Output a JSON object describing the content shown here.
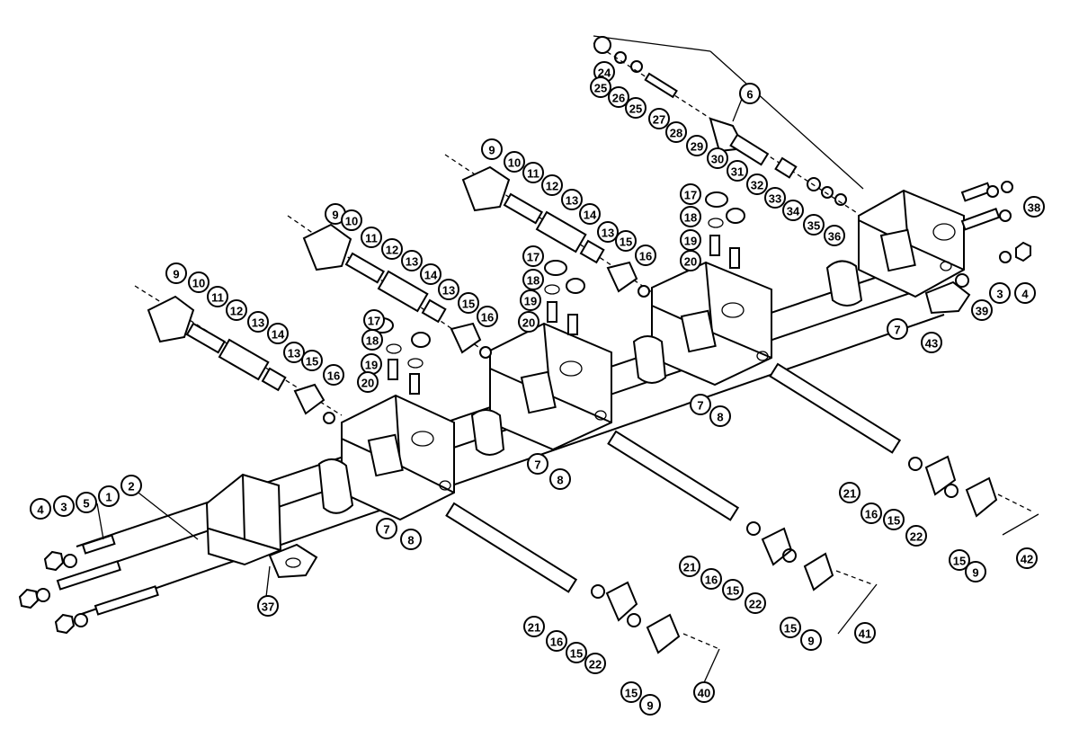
{
  "callouts": [
    {
      "id": "c24",
      "label": "24"
    },
    {
      "id": "c25a",
      "label": "25"
    },
    {
      "id": "c26",
      "label": "26"
    },
    {
      "id": "c25b",
      "label": "25"
    },
    {
      "id": "c27",
      "label": "27"
    },
    {
      "id": "c28",
      "label": "28"
    },
    {
      "id": "c29",
      "label": "29"
    },
    {
      "id": "c30",
      "label": "30"
    },
    {
      "id": "c31",
      "label": "31"
    },
    {
      "id": "c32",
      "label": "32"
    },
    {
      "id": "c33",
      "label": "33"
    },
    {
      "id": "c34",
      "label": "34"
    },
    {
      "id": "c35",
      "label": "35"
    },
    {
      "id": "c36",
      "label": "36"
    },
    {
      "id": "c6",
      "label": "6"
    },
    {
      "id": "c38",
      "label": "38"
    },
    {
      "id": "c3r",
      "label": "3"
    },
    {
      "id": "c4r",
      "label": "4"
    },
    {
      "id": "c39",
      "label": "39"
    },
    {
      "id": "c43",
      "label": "43"
    },
    {
      "id": "c7r",
      "label": "7"
    },
    {
      "id": "c9s3",
      "label": "9"
    },
    {
      "id": "c10s3",
      "label": "10"
    },
    {
      "id": "c11s3",
      "label": "11"
    },
    {
      "id": "c12s3",
      "label": "12"
    },
    {
      "id": "c13s3",
      "label": "13"
    },
    {
      "id": "c14s3",
      "label": "14"
    },
    {
      "id": "c13s3b",
      "label": "13"
    },
    {
      "id": "c15s3",
      "label": "15"
    },
    {
      "id": "c16s3",
      "label": "16"
    },
    {
      "id": "c17s4",
      "label": "17"
    },
    {
      "id": "c18s4",
      "label": "18"
    },
    {
      "id": "c19s4",
      "label": "19"
    },
    {
      "id": "c20s4",
      "label": "20"
    },
    {
      "id": "c9s2",
      "label": "9"
    },
    {
      "id": "c10s2",
      "label": "10"
    },
    {
      "id": "c11s2",
      "label": "11"
    },
    {
      "id": "c12s2",
      "label": "12"
    },
    {
      "id": "c13s2",
      "label": "13"
    },
    {
      "id": "c14s2",
      "label": "14"
    },
    {
      "id": "c13s2b",
      "label": "13"
    },
    {
      "id": "c15s2",
      "label": "15"
    },
    {
      "id": "c16s2",
      "label": "16"
    },
    {
      "id": "c17s3",
      "label": "17"
    },
    {
      "id": "c18s3",
      "label": "18"
    },
    {
      "id": "c19s3",
      "label": "19"
    },
    {
      "id": "c20s3",
      "label": "20"
    },
    {
      "id": "c9s1",
      "label": "9"
    },
    {
      "id": "c10s1",
      "label": "10"
    },
    {
      "id": "c11s1",
      "label": "11"
    },
    {
      "id": "c12s1",
      "label": "12"
    },
    {
      "id": "c13s1",
      "label": "13"
    },
    {
      "id": "c14s1",
      "label": "14"
    },
    {
      "id": "c13s1b",
      "label": "13"
    },
    {
      "id": "c15s1",
      "label": "15"
    },
    {
      "id": "c16s1",
      "label": "16"
    },
    {
      "id": "c17s1",
      "label": "17"
    },
    {
      "id": "c18s1",
      "label": "18"
    },
    {
      "id": "c19s1",
      "label": "19"
    },
    {
      "id": "c20s1",
      "label": "20"
    },
    {
      "id": "c7m",
      "label": "7"
    },
    {
      "id": "c8m",
      "label": "8"
    },
    {
      "id": "c7c",
      "label": "7"
    },
    {
      "id": "c8c",
      "label": "8"
    },
    {
      "id": "c7l",
      "label": "7"
    },
    {
      "id": "c8l",
      "label": "8"
    },
    {
      "id": "c21r",
      "label": "21"
    },
    {
      "id": "c16r",
      "label": "16"
    },
    {
      "id": "c15r",
      "label": "15"
    },
    {
      "id": "c22r",
      "label": "22"
    },
    {
      "id": "c15r2",
      "label": "15"
    },
    {
      "id": "c9r",
      "label": "9"
    },
    {
      "id": "c42",
      "label": "42"
    },
    {
      "id": "c21c",
      "label": "21"
    },
    {
      "id": "c16c",
      "label": "16"
    },
    {
      "id": "c15c",
      "label": "15"
    },
    {
      "id": "c22c",
      "label": "22"
    },
    {
      "id": "c15c2",
      "label": "15"
    },
    {
      "id": "c9c",
      "label": "9"
    },
    {
      "id": "c41",
      "label": "41"
    },
    {
      "id": "c21l",
      "label": "21"
    },
    {
      "id": "c16l",
      "label": "16"
    },
    {
      "id": "c15l",
      "label": "15"
    },
    {
      "id": "c22l",
      "label": "22"
    },
    {
      "id": "c15l2",
      "label": "15"
    },
    {
      "id": "c9l",
      "label": "9"
    },
    {
      "id": "c40",
      "label": "40"
    },
    {
      "id": "c4l",
      "label": "4"
    },
    {
      "id": "c3l",
      "label": "3"
    },
    {
      "id": "c5l",
      "label": "5"
    },
    {
      "id": "c1l",
      "label": "1"
    },
    {
      "id": "c2l",
      "label": "2"
    },
    {
      "id": "c37",
      "label": "37"
    }
  ]
}
